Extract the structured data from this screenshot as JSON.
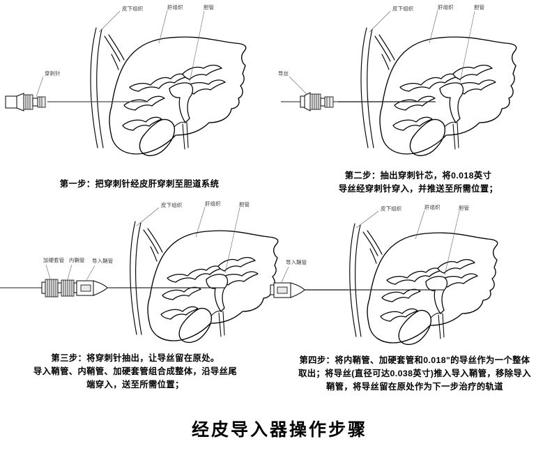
{
  "main_title": "经皮导入器操作步骤",
  "anatomy_labels": {
    "subcutaneous": "皮下组织",
    "liver_tissue": "肝组织",
    "bile_duct": "胆管"
  },
  "panels": [
    {
      "id": "panel-1",
      "step_number": "第一步",
      "caption": "第一步：把穿刺针经皮肝穿刺至胆道系统",
      "caption_lines": [
        "第一步：把穿刺针经皮肝穿刺至胆道系统"
      ],
      "device_labels": [
        "穿刺针"
      ],
      "anatomy_labels": [
        "皮下组织",
        "肝组织",
        "胆管"
      ]
    },
    {
      "id": "panel-2",
      "step_number": "第二步",
      "caption": "第二步：抽出穿刺针芯，将0.018英寸导丝经穿刺针穿入，并推送至所需位置；",
      "caption_lines": [
        "第二步：抽出穿刺针芯，将0.018英寸",
        "导丝经穿刺针穿入，并推送至所需位置；"
      ],
      "device_labels": [
        "导丝"
      ],
      "anatomy_labels": [
        "皮下组织",
        "肝组织",
        "胆管"
      ]
    },
    {
      "id": "panel-3",
      "step_number": "第三步",
      "caption": "第三步：将穿刺针抽出，让导丝留在原处。导入鞘管、内鞘管、加硬套管组合成整体，沿导丝尾端穿入，送至所需位置；",
      "caption_lines": [
        "第三步：将穿刺针抽出，让导丝留在原处。",
        "导入鞘管、内鞘管、加硬套管组合成整体，沿导丝尾",
        "端穿入，送至所需位置；"
      ],
      "device_labels": [
        "加硬套管",
        "内鞘管",
        "导入鞘管"
      ],
      "anatomy_labels": [
        "皮下组织",
        "肝组织",
        "胆管"
      ]
    },
    {
      "id": "panel-4",
      "step_number": "第四步",
      "caption": "第四步：将内鞘管、加硬套管和0.018\"的导丝作为一个整体取出；将导丝(直径可达0.038英寸)推入导入鞘管，移除导入鞘管，将导丝留在原处作为下一步治疗的轨道",
      "caption_lines": [
        "第四步：将内鞘管、加硬套管和0.018\"的导丝作为一个整体",
        "取出；将导丝(直径可达0.038英寸)推入导入鞘管，移除导入",
        "鞘管，将导丝留在原处作为下一步治疗的轨道"
      ],
      "device_labels": [
        "导入鞘管"
      ],
      "anatomy_labels": [
        "皮下组织",
        "肝组织",
        "胆管"
      ]
    }
  ],
  "colors": {
    "ink": "#000000",
    "label_gray": "#3a3a3a",
    "leader_gray": "#555555",
    "background": "#ffffff"
  },
  "measurements": {
    "guidewire_small": "0.018英寸",
    "guidewire_large": "0.038英寸"
  }
}
